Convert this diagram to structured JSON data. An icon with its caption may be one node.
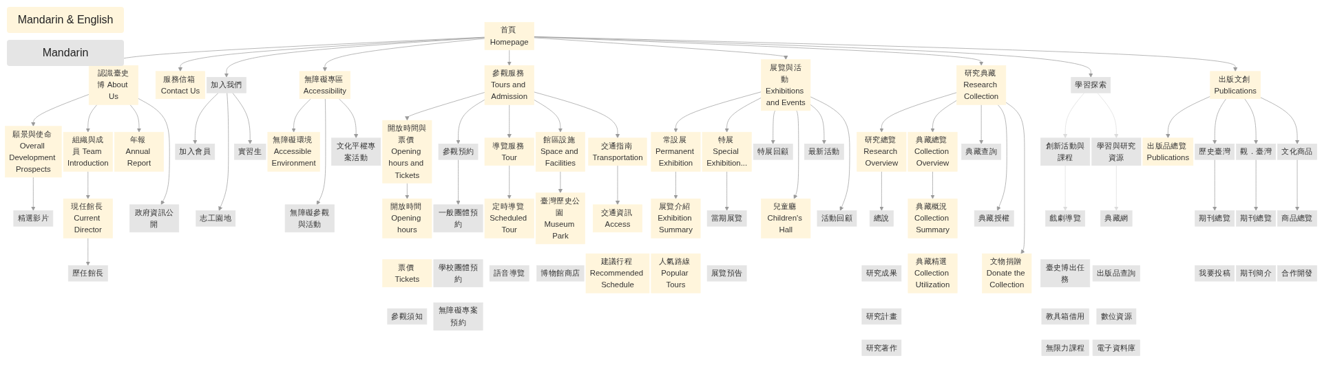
{
  "diagram": {
    "nodes": [
      {
        "text": [
          "首頁 Homepage"
        ]
      },
      {
        "text": [
          "認識臺史博 About Us"
        ]
      },
      {
        "text": [
          "服務信箱 Contact Us"
        ]
      },
      {
        "text": [
          "加入我們"
        ]
      },
      {
        "text": [
          "無障礙專區 Accessibility"
        ]
      },
      {
        "text": [
          "願景與使命 Overall Development Prospects"
        ]
      },
      {
        "text": [
          "組織與成員 Team Introduction"
        ]
      },
      {
        "text": [
          "年報 Annual Report"
        ]
      },
      {
        "text": [
          "政府資訊公開"
        ]
      },
      {
        "text": [
          "精選影片"
        ]
      },
      {
        "text": [
          "現任館長 Current Director"
        ]
      },
      {
        "text": [
          "歷任館長"
        ]
      },
      {
        "text": [
          "加入會員"
        ]
      },
      {
        "text": [
          "志工園地"
        ]
      },
      {
        "text": [
          "實習生"
        ]
      },
      {
        "text": [
          "無障礙環境 Accessible Environment"
        ]
      },
      {
        "text": [
          "無障礙參觀與活動"
        ]
      },
      {
        "text": [
          "文化平權專案活動"
        ]
      },
      {
        "text": [
          "參觀服務 Tours and Admission"
        ]
      },
      {
        "text": [
          "展覽與活動 Exhibitions and Events"
        ]
      },
      {
        "text": [
          "研究典藏 Research Collection"
        ]
      },
      {
        "text": [
          "學習探索"
        ]
      },
      {
        "text": [
          "出版文創 Publications"
        ]
      },
      {
        "text": [
          "開放時間與票價 Opening hours and Tickets"
        ]
      },
      {
        "text": [
          "參觀預約"
        ]
      },
      {
        "text": [
          "導覽服務 Tour"
        ]
      },
      {
        "text": [
          "館區設施 Space and Facilities"
        ]
      },
      {
        "text": [
          "交通指南 Transportation"
        ]
      },
      {
        "text": [
          "開放時間 Opening hours"
        ]
      },
      {
        "text": [
          "票價 Tickets"
        ]
      },
      {
        "text": [
          "參觀須知"
        ]
      },
      {
        "text": [
          "一般團體預約"
        ]
      },
      {
        "text": [
          "學校團體預約"
        ]
      },
      {
        "text": [
          "無障礙專案預約"
        ]
      },
      {
        "text": [
          "定時導覽 Scheduled Tour"
        ]
      },
      {
        "text": [
          "語音導覽"
        ]
      },
      {
        "text": [
          "臺灣歷史公園 Museum Park"
        ]
      },
      {
        "text": [
          "博物館商店"
        ]
      },
      {
        "text": [
          "交通資訊 Access"
        ]
      },
      {
        "text": [
          "建議行程 Recommended Schedule"
        ]
      },
      {
        "text": [
          "常設展 Permanent Exhibition"
        ]
      },
      {
        "text": [
          "特展 Special Exhibition..."
        ]
      },
      {
        "text": [
          "特展回顧"
        ]
      },
      {
        "text": [
          "兒童廳 Children's Hall"
        ]
      },
      {
        "text": [
          "最新活動"
        ]
      },
      {
        "text": [
          "活動回顧"
        ]
      },
      {
        "text": [
          "展覽介紹 Exhibition Summary"
        ]
      },
      {
        "text": [
          "人氣路線 Popular Tours"
        ]
      },
      {
        "text": [
          "當期展覽"
        ]
      },
      {
        "text": [
          "展覽預告"
        ]
      },
      {
        "text": [
          "研究總覽 Research Overview"
        ]
      },
      {
        "text": [
          "典藏總覽 Collection Overview"
        ]
      },
      {
        "text": [
          "典藏查詢"
        ]
      },
      {
        "text": [
          "典藏授權"
        ]
      },
      {
        "text": [
          "文物捐贈 Donate the Collection"
        ]
      },
      {
        "text": [
          "總說"
        ]
      },
      {
        "text": [
          "研究成果"
        ]
      },
      {
        "text": [
          "研究計畫"
        ]
      },
      {
        "text": [
          "研究著作"
        ]
      },
      {
        "text": [
          "典藏概況 Collection Summary"
        ]
      },
      {
        "text": [
          "典藏精選 Collection Utilization"
        ]
      },
      {
        "text": [
          "創新活動與課程"
        ]
      },
      {
        "text": [
          "學習與研究資源"
        ]
      },
      {
        "text": [
          "戲劇導覽"
        ]
      },
      {
        "text": [
          "臺史博出任務"
        ]
      },
      {
        "text": [
          "教具箱借用"
        ]
      },
      {
        "text": [
          "無限力課程"
        ]
      },
      {
        "text": [
          "典藏網"
        ]
      },
      {
        "text": [
          "出版品查詢"
        ]
      },
      {
        "text": [
          "數位資源"
        ]
      },
      {
        "text": [
          "電子資料庫"
        ]
      },
      {
        "text": [
          "出版品總覽 Publications"
        ]
      },
      {
        "text": [
          "歷史臺灣"
        ]
      },
      {
        "text": [
          "觀．臺灣"
        ]
      },
      {
        "text": [
          "文化商品"
        ]
      },
      {
        "text": [
          "期刊總覽"
        ]
      },
      {
        "text": [
          "我要投稿"
        ]
      },
      {
        "text": [
          "期刊總覽"
        ]
      },
      {
        "text": [
          "期刊簡介"
        ]
      },
      {
        "text": [
          "商品總覽"
        ]
      },
      {
        "text": [
          "合作開發"
        ]
      }
    ],
    "edges": [
      {
        "from": 0,
        "to": 1,
        "arrow": "to"
      },
      {
        "from": 0,
        "to": 2,
        "arrow": "to"
      },
      {
        "from": 0,
        "to": 3,
        "arrow": "to"
      },
      {
        "from": 0,
        "to": 4,
        "arrow": "to"
      },
      {
        "from": 1,
        "to": 5,
        "arrow": "to"
      },
      {
        "from": 1,
        "to": 6,
        "arrow": "to"
      },
      {
        "from": 1,
        "to": 7,
        "arrow": "to"
      },
      {
        "from": 1,
        "to": 8,
        "arrow": "to"
      },
      {
        "from": 5,
        "to": 9,
        "arrow": "to"
      },
      {
        "from": 6,
        "to": 10,
        "arrow": "to"
      },
      {
        "from": 10,
        "to": 11,
        "arrow": "to"
      },
      {
        "from": 3,
        "to": 12,
        "arrow": "to"
      },
      {
        "from": 3,
        "to": 13,
        "arrow": "to"
      },
      {
        "from": 3,
        "to": 14,
        "arrow": "to"
      },
      {
        "from": 4,
        "to": 15,
        "arrow": "to"
      },
      {
        "from": 4,
        "to": 16,
        "arrow": "to"
      },
      {
        "from": 4,
        "to": 17,
        "arrow": "to"
      },
      {
        "from": 0,
        "to": 18,
        "arrow": "to"
      },
      {
        "from": 0,
        "to": 19,
        "arrow": "to"
      },
      {
        "from": 0,
        "to": 20,
        "arrow": "to"
      },
      {
        "from": 0,
        "to": 21,
        "arrow": "to"
      },
      {
        "from": 0,
        "to": 22,
        "arrow": "to"
      },
      {
        "from": 18,
        "to": 23,
        "arrow": "to"
      },
      {
        "from": 18,
        "to": 24,
        "arrow": "to"
      },
      {
        "from": 18,
        "to": 25,
        "arrow": "to"
      },
      {
        "from": 18,
        "to": 26,
        "arrow": "to"
      },
      {
        "from": 18,
        "to": 27,
        "arrow": "to"
      },
      {
        "from": 23,
        "to": 28,
        "arrow": "to"
      },
      {
        "from": 24,
        "to": 31,
        "arrow": "to"
      },
      {
        "from": 25,
        "to": 34,
        "arrow": "to"
      },
      {
        "from": 26,
        "to": 36,
        "arrow": "to"
      },
      {
        "from": 27,
        "to": 38,
        "arrow": "to"
      },
      {
        "from": 19,
        "to": 40,
        "arrow": "to"
      },
      {
        "from": 19,
        "to": 41,
        "arrow": "to"
      },
      {
        "from": 19,
        "to": 42,
        "arrow": "to"
      },
      {
        "from": 19,
        "to": 43,
        "arrow": "to"
      },
      {
        "from": 19,
        "to": 44,
        "arrow": "to"
      },
      {
        "from": 19,
        "to": 45,
        "arrow": "to"
      },
      {
        "from": 40,
        "to": 46,
        "arrow": "to"
      },
      {
        "from": 41,
        "to": 48,
        "arrow": "to"
      },
      {
        "from": 20,
        "to": 50,
        "arrow": "to"
      },
      {
        "from": 20,
        "to": 51,
        "arrow": "to"
      },
      {
        "from": 20,
        "to": 52,
        "arrow": "to"
      },
      {
        "from": 20,
        "to": 53,
        "arrow": "to"
      },
      {
        "from": 20,
        "to": 54,
        "arrow": "to"
      },
      {
        "from": 50,
        "to": 55,
        "arrow": "to"
      },
      {
        "from": 51,
        "to": 59,
        "arrow": "to"
      },
      {
        "from": 21,
        "to": 61,
        "arrow": "to",
        "color": "#dcdcdc"
      },
      {
        "from": 21,
        "to": 62,
        "arrow": "to",
        "color": "#dcdcdc"
      },
      {
        "from": 61,
        "to": 63,
        "arrow": "to",
        "color": "#dcdcdc"
      },
      {
        "from": 62,
        "to": 67,
        "arrow": "to",
        "color": "#dcdcdc"
      },
      {
        "from": 22,
        "to": 71,
        "arrow": "to"
      },
      {
        "from": 22,
        "to": 72,
        "arrow": "to"
      },
      {
        "from": 22,
        "to": 73,
        "arrow": "to"
      },
      {
        "from": 22,
        "to": 74,
        "arrow": "to"
      },
      {
        "from": 72,
        "to": 75,
        "arrow": "to"
      },
      {
        "from": 73,
        "to": 77,
        "arrow": "to"
      },
      {
        "from": 74,
        "to": 79,
        "arrow": "to"
      }
    ],
    "legend": [
      {
        "text": "Mandarin & English",
        "color": "#fff5dc"
      },
      {
        "text": "Mandarin",
        "color": "#e5e5e5"
      }
    ]
  }
}
